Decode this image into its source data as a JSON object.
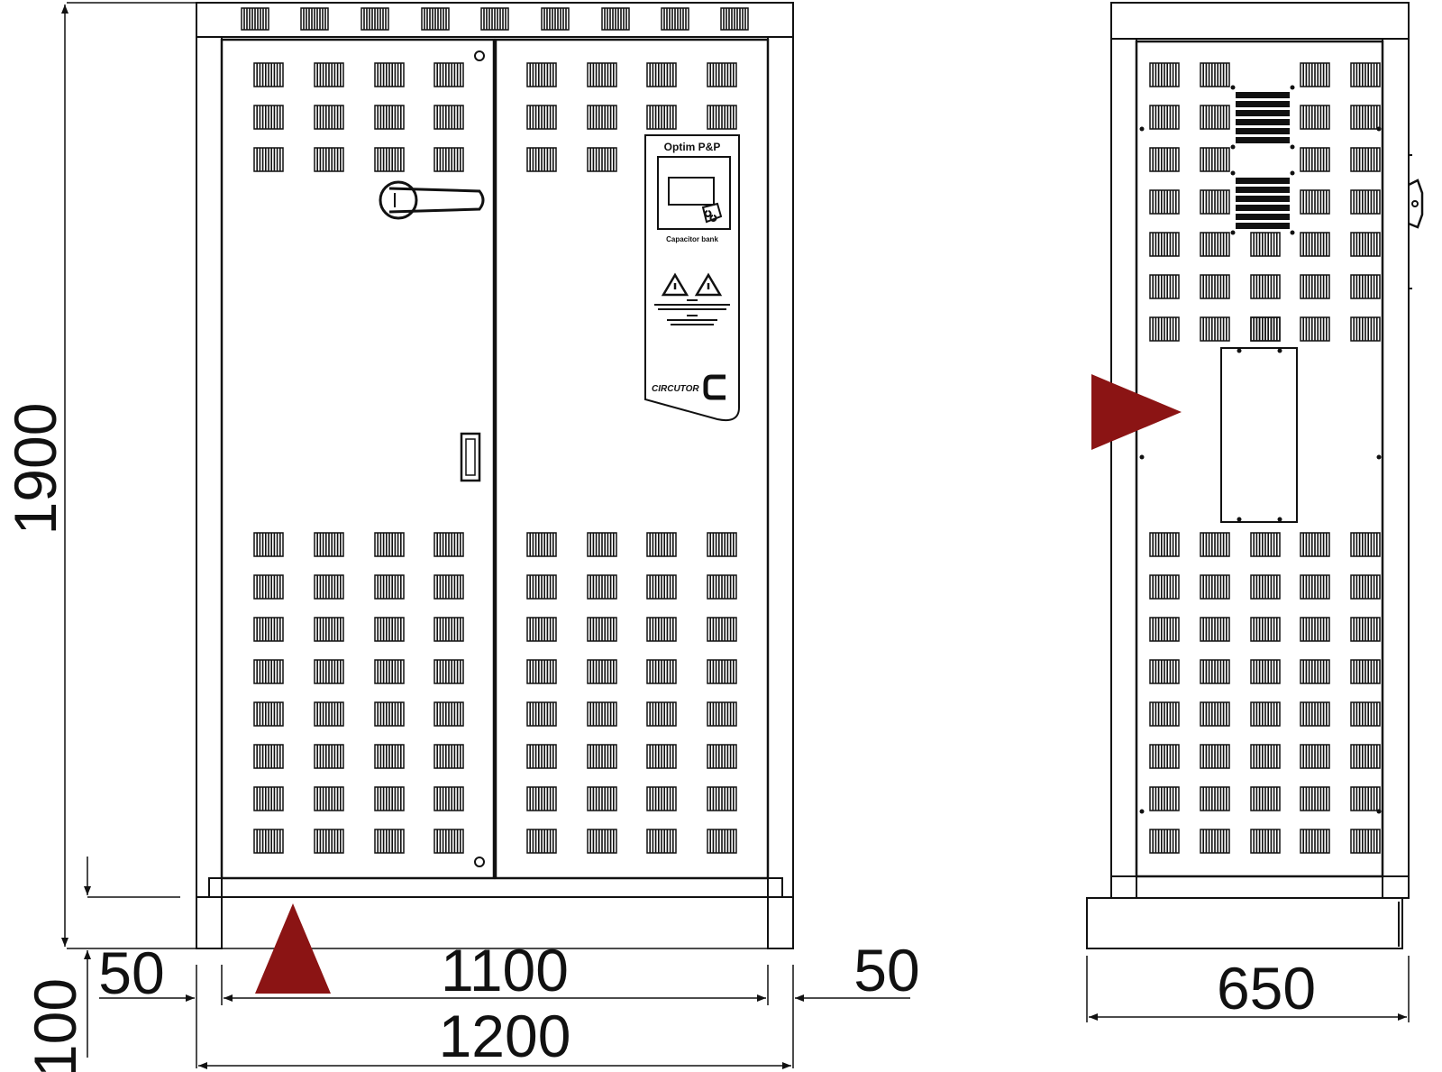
{
  "diagram": {
    "dimensions": {
      "height_total": "1900",
      "base_height": "100",
      "side_left": "50",
      "inner_width": "1100",
      "side_right": "50",
      "total_width": "1200",
      "depth": "650"
    },
    "front_panel": {
      "product_title": "Optim P&P",
      "product_caption": "Capacitor bank",
      "brand": "CIRCUTOR"
    },
    "colors": {
      "marker": "#8b1414",
      "line": "#111111"
    }
  }
}
